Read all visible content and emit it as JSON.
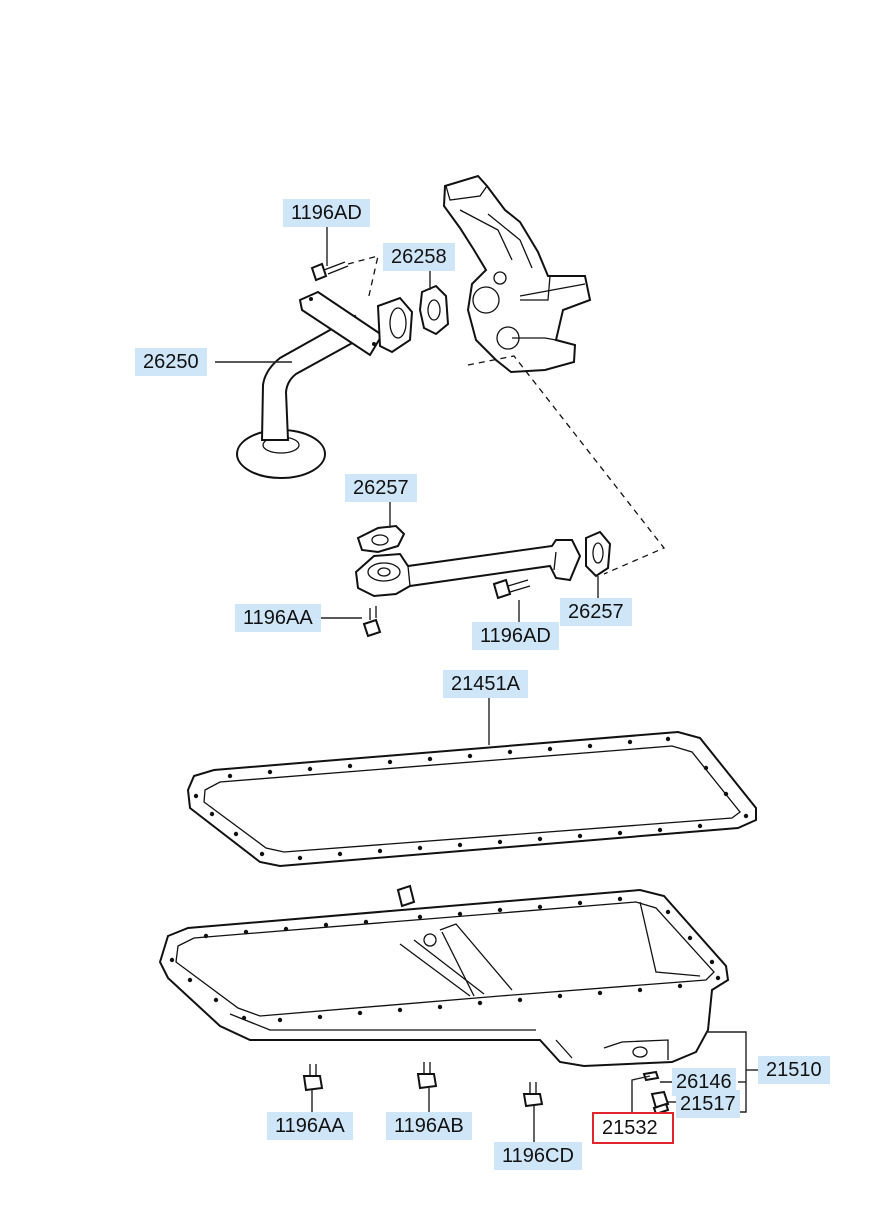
{
  "diagram": {
    "labels": {
      "l_1196AD_top": "1196AD",
      "l_26258": "26258",
      "l_26250": "26250",
      "l_26257_top": "26257",
      "l_1196AA_mid": "1196AA",
      "l_1196AD_mid": "1196AD",
      "l_26257_right": "26257",
      "l_21451A": "21451A",
      "l_26146": "26146",
      "l_21510": "21510",
      "l_21517": "21517",
      "l_1196AA_bottom": "1196AA",
      "l_1196AB": "1196AB",
      "l_21532": "21532",
      "l_1196CD": "1196CD"
    },
    "selected_label": "21532",
    "colors": {
      "callout_fill": "#cfe6f8",
      "selected_border": "#e0262a",
      "linework": "#111111"
    }
  }
}
